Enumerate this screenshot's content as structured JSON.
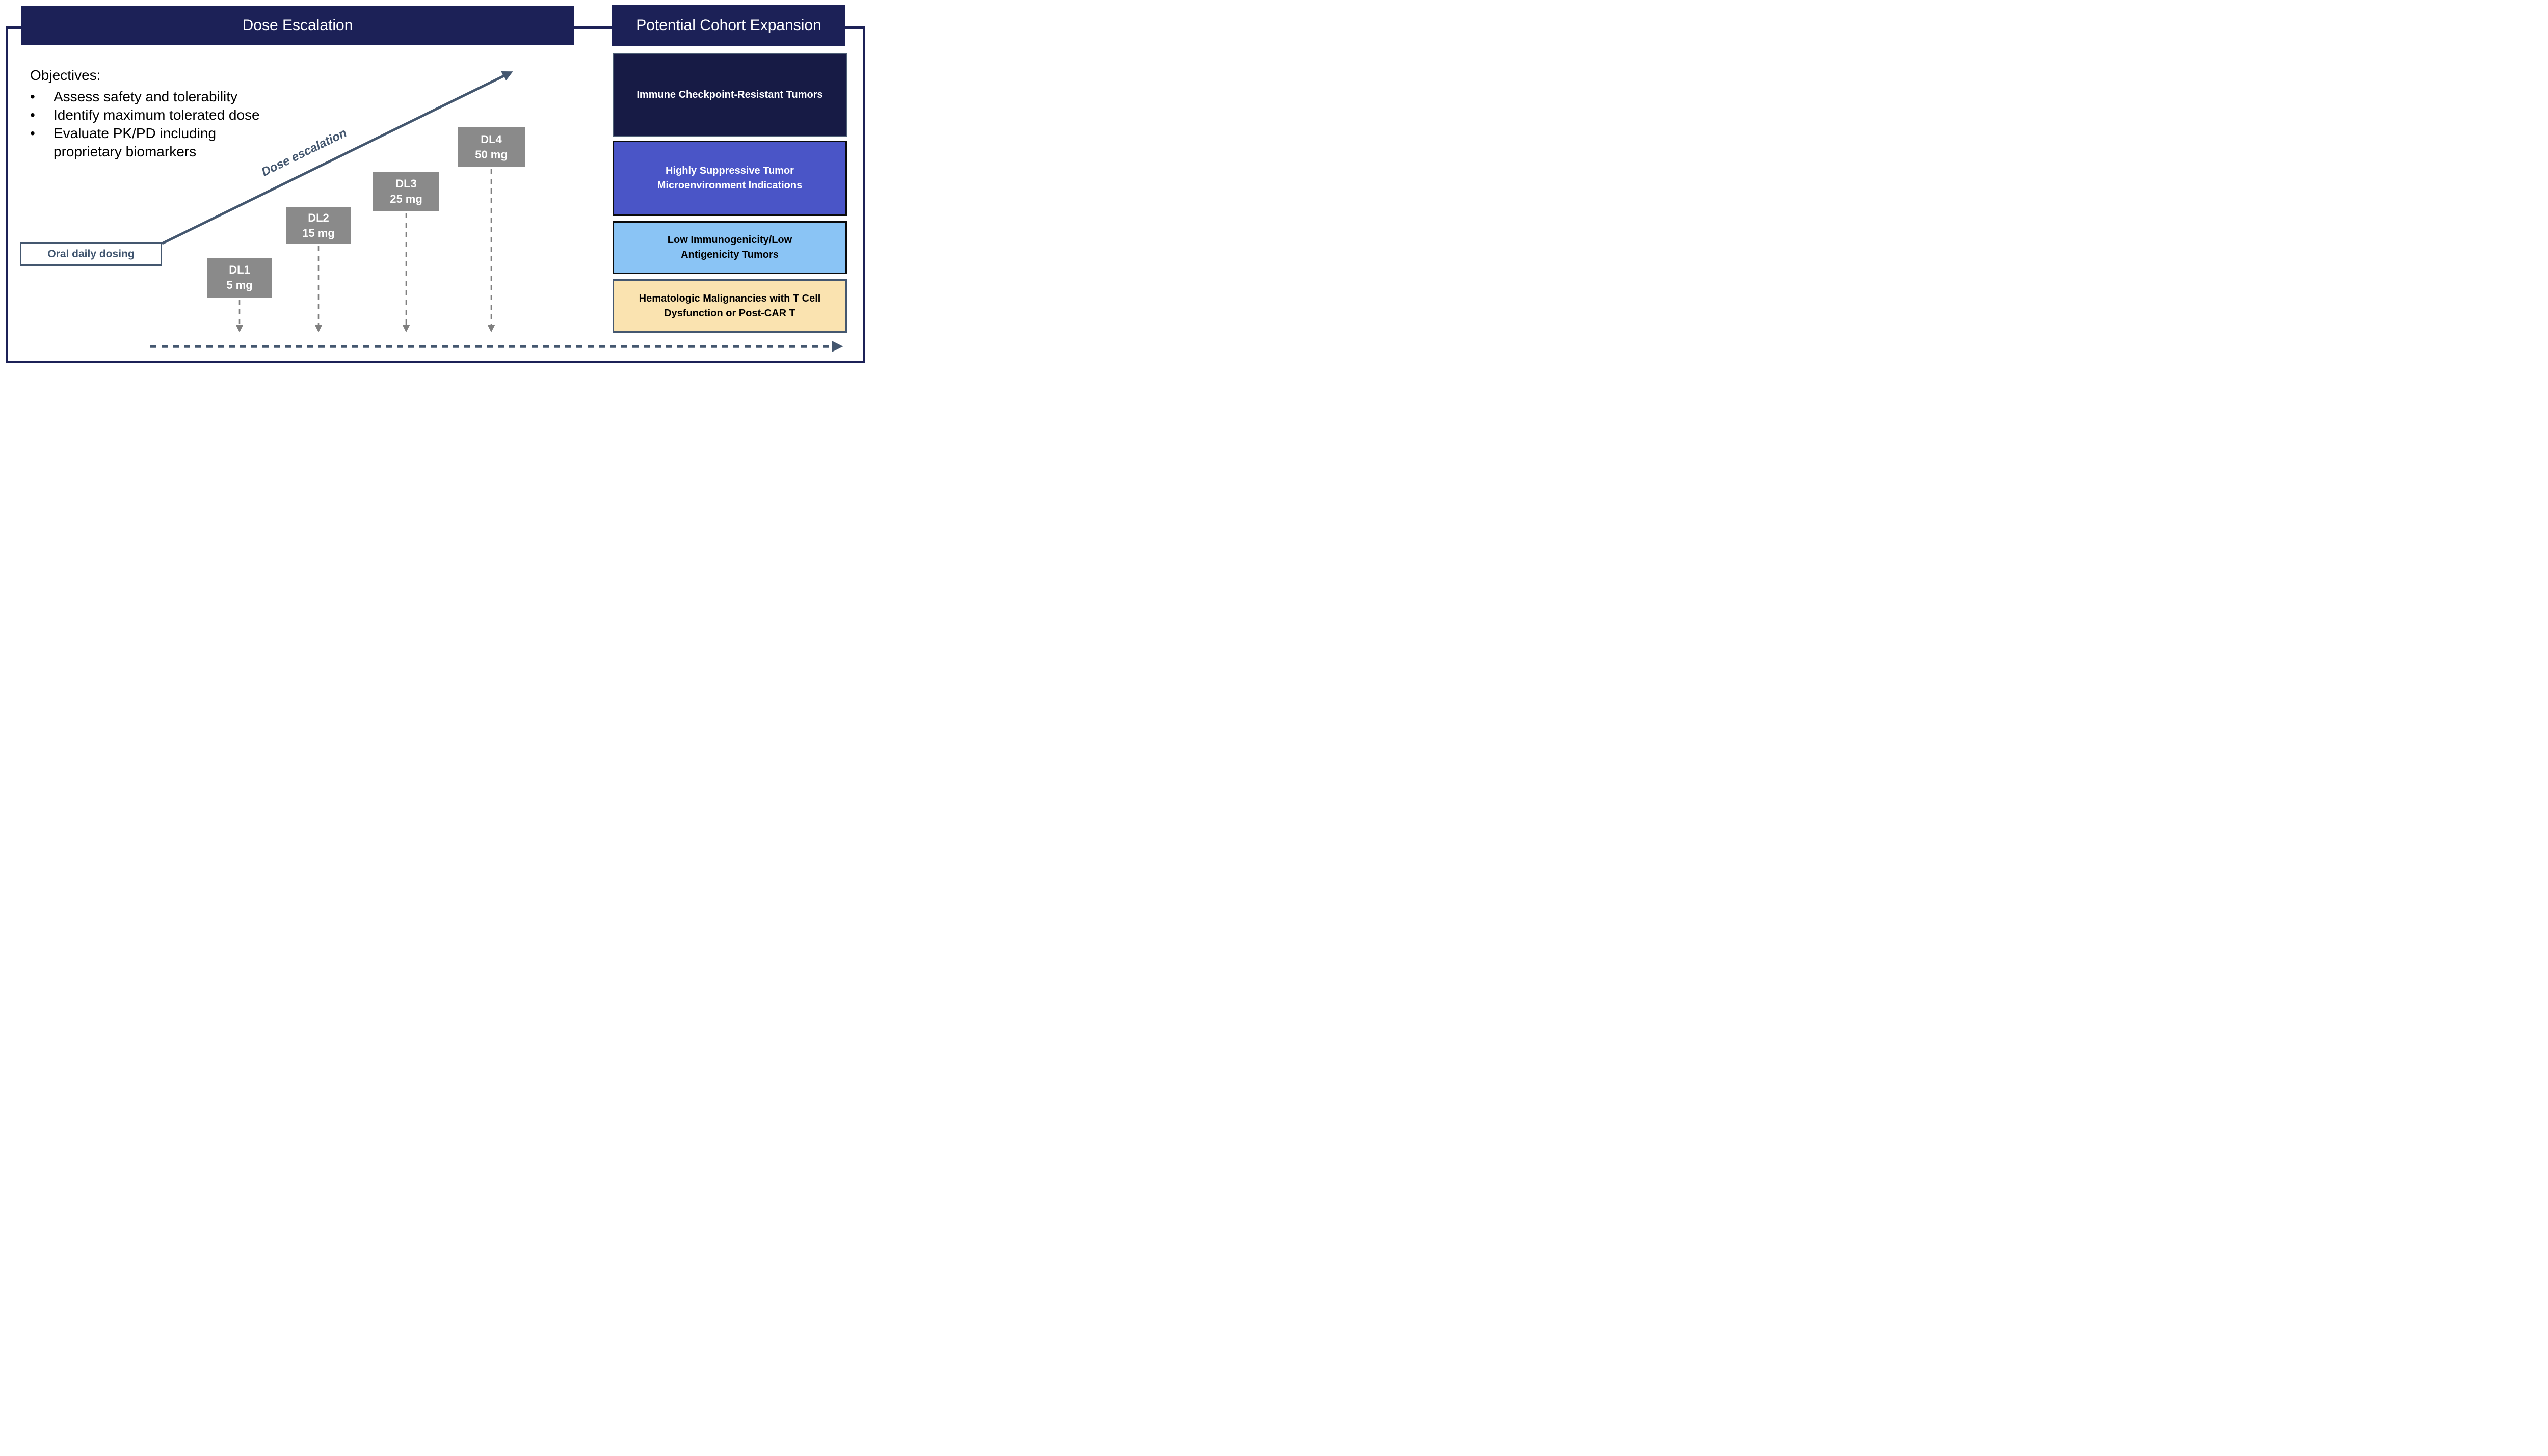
{
  "header_left": {
    "title": "Dose Escalation"
  },
  "header_right": {
    "title": "Potential Cohort Expansion"
  },
  "objectives": {
    "title": "Objectives:",
    "items": [
      "Assess safety and tolerability",
      "Identify maximum tolerated dose",
      "Evaluate PK/PD including\nproprietary biomarkers"
    ]
  },
  "oral_dosing_label": "Oral daily dosing",
  "escalation_arrow_label": "Dose escalation",
  "dose_levels": [
    {
      "name": "DL1",
      "dose": "5 mg"
    },
    {
      "name": "DL2",
      "dose": "15 mg"
    },
    {
      "name": "DL3",
      "dose": "25 mg"
    },
    {
      "name": "DL4",
      "dose": "50 mg"
    }
  ],
  "expansion_cohorts": [
    {
      "label": "Immune Checkpoint-Resistant Tumors",
      "fill": "#171B45",
      "border": "#4E5F75",
      "text_color": "#FFFFFF"
    },
    {
      "label": "Highly Suppressive Tumor Microenvironment Indications",
      "fill": "#4A55C7",
      "border": "#0A0A0A",
      "text_color": "#FFFFFF"
    },
    {
      "label": "Low Immunogenicity/Low Antigenicity Tumors",
      "fill": "#8AC4F5",
      "border": "#0A0A0A",
      "text_color": "#000000"
    },
    {
      "label": "Hematologic Malignancies with T Cell Dysfunction or Post-CAR T",
      "fill": "#FAE3B0",
      "border": "#44576F",
      "text_color": "#000000"
    }
  ],
  "colors": {
    "navy": "#1C2157",
    "dark_navy": "#171B45",
    "slate": "#44576F",
    "slate_border": "#4E5F75",
    "royal_blue": "#4A55C7",
    "light_blue": "#8AC4F5",
    "tan": "#FAE3B0",
    "gray_box": "#8A8A8A",
    "gray_arrow": "#7F7F7F"
  }
}
